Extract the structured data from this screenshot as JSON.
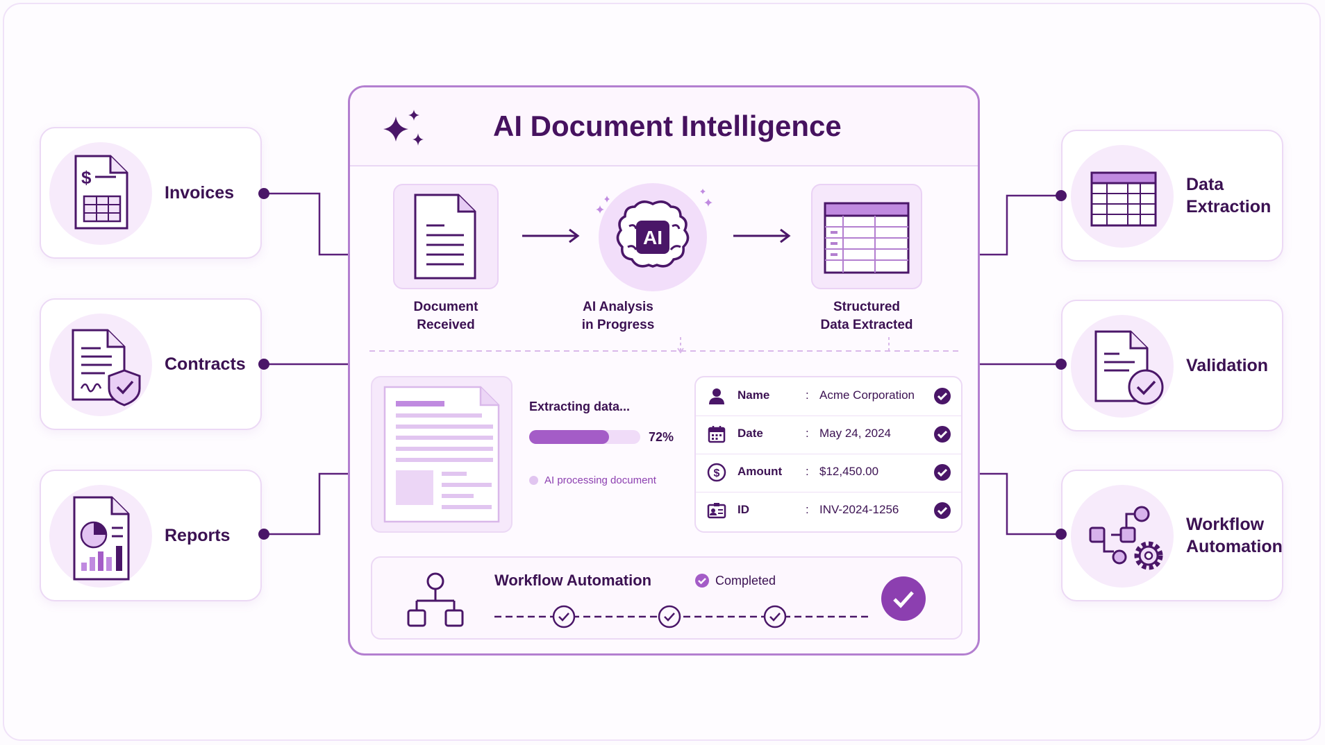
{
  "title": "AI Document Intelligence",
  "left_cards": [
    {
      "label": "Invoices",
      "icon": "invoice-icon"
    },
    {
      "label": "Contracts",
      "icon": "contract-icon"
    },
    {
      "label": "Reports",
      "icon": "report-icon"
    }
  ],
  "right_cards": [
    {
      "label": "Data\nExtraction",
      "icon": "table-icon"
    },
    {
      "label": "Validation",
      "icon": "validation-icon"
    },
    {
      "label": "Workflow\nAutomation",
      "icon": "workflow-icon"
    }
  ],
  "steps": [
    {
      "label": "Document\nReceived",
      "icon": "document-icon"
    },
    {
      "label": "AI Analysis\nin Progress",
      "icon": "ai-brain-icon"
    },
    {
      "label": "Structured\nData Extracted",
      "icon": "table-icon"
    }
  ],
  "extraction": {
    "status": "Extracting data...",
    "progress": 72,
    "progress_label": "72%",
    "note": "AI processing document"
  },
  "fields": [
    {
      "key": "Name",
      "sep": ":",
      "value": "Acme Corporation",
      "icon": "person-icon"
    },
    {
      "key": "Date",
      "sep": ":",
      "value": "May 24, 2024",
      "icon": "calendar-icon"
    },
    {
      "key": "Amount",
      "sep": ":",
      "value": "$12,450.00",
      "icon": "dollar-icon"
    },
    {
      "key": "ID",
      "sep": ":",
      "value": "INV-2024-1256",
      "icon": "id-card-icon"
    }
  ],
  "workflow": {
    "title": "Workflow Automation",
    "status": "Completed"
  },
  "colors": {
    "primary": "#4a1668",
    "accent": "#a45cc7",
    "light": "#f6e8fb",
    "check": "#8c3fb0"
  }
}
